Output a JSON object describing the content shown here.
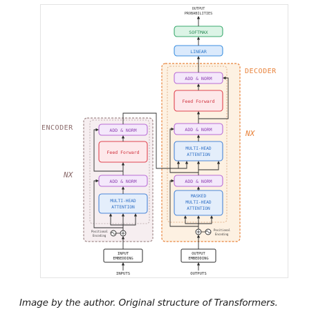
{
  "caption": "Image by the author. Original structure of Transformers.",
  "output_label": "OUTPUT PROBABILITIES",
  "output_label_lines": [
    "OUTPUT",
    "PROBABILITIES"
  ],
  "softmax": "SOFTMAX",
  "linear": "LINEAR",
  "encoder": {
    "title": "ENCODER",
    "repeat": "NX",
    "add_norm": "ADD & NORM",
    "feed_forward": "Feed Forward",
    "attention_lines": [
      "MULTI-HEAD",
      "ATTENTION"
    ],
    "positional_lines": [
      "Positional",
      "Encoding"
    ],
    "embedding_lines": [
      "INPUT",
      "EMBEDDING"
    ],
    "inputs": "INPUTS"
  },
  "decoder": {
    "title": "DECODER",
    "repeat": "NX",
    "add_norm": "ADD & NORM",
    "feed_forward": "Feed Forward",
    "cross_attention_lines": [
      "MULTI-HEAD",
      "ATTENTION"
    ],
    "masked_attention_lines": [
      "MASKED",
      "MULTI-HEAD",
      "ATTENTION"
    ],
    "positional_lines": [
      "Positional",
      "Encoding"
    ],
    "embedding_lines": [
      "OUTPUT",
      "EMBEDDING"
    ],
    "outputs": "OUTPUTS"
  },
  "colors": {
    "encoder_border": "#a08888",
    "encoder_fill": "#f6eef0",
    "decoder_border": "#e8823a",
    "decoder_fill": "#fdf1e2",
    "add_norm": "#b86bd6",
    "add_norm_fill": "#f4e8fb",
    "feed_forward": "#e0434f",
    "feed_forward_fill": "#fde8ea",
    "attention": "#4a86d8",
    "attention_fill": "#e4eefb",
    "softmax": "#3aa96d",
    "softmax_fill": "#dcf4e6",
    "linear": "#3c8fe0",
    "linear_fill": "#dbeafc",
    "arrow": "#2b2b2b",
    "title_decoder": "#e8823a",
    "title_encoder": "#8a6a6a"
  }
}
